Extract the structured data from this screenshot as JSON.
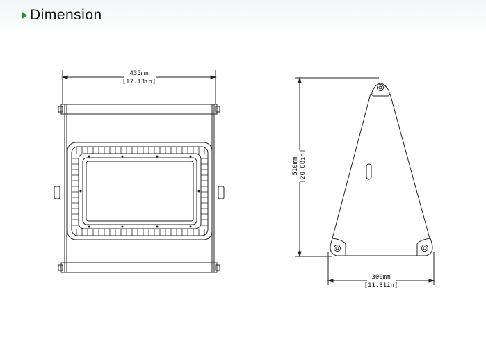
{
  "header": {
    "title": "Dimension",
    "bullet_color": "#1a9a3a"
  },
  "front_view": {
    "width_mm": "435mm",
    "width_in": "[17.13in]"
  },
  "side_view": {
    "height_mm": "510mm",
    "height_in": "[20.08in]",
    "base_mm": "300mm",
    "base_in": "[11.81in]"
  }
}
